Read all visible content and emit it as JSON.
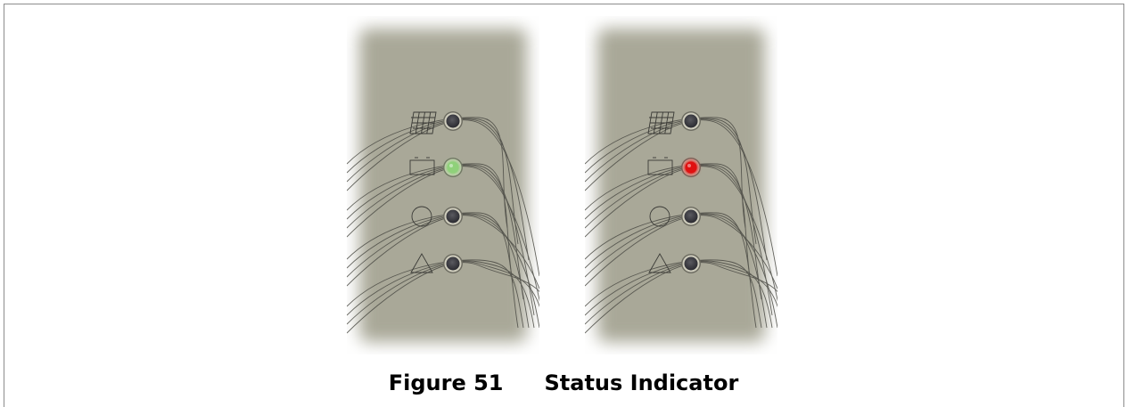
{
  "figure": {
    "number_label": "Figure 51",
    "title": "Status Indicator"
  },
  "panels": [
    {
      "id": "left",
      "leds": [
        {
          "symbol": "solar-panel-icon",
          "state": "off",
          "color": "#3a3a40"
        },
        {
          "symbol": "battery-icon",
          "state": "on",
          "color": "#8fd17a"
        },
        {
          "symbol": "circle-icon",
          "state": "off",
          "color": "#3a3a40"
        },
        {
          "symbol": "warning-triangle-icon",
          "state": "off",
          "color": "#3a3a40"
        }
      ]
    },
    {
      "id": "right",
      "leds": [
        {
          "symbol": "solar-panel-icon",
          "state": "off",
          "color": "#3a3a40"
        },
        {
          "symbol": "battery-icon",
          "state": "on",
          "color": "#e01010"
        },
        {
          "symbol": "circle-icon",
          "state": "off",
          "color": "#3a3a40"
        },
        {
          "symbol": "warning-triangle-icon",
          "state": "off",
          "color": "#3a3a40"
        }
      ]
    }
  ],
  "colors": {
    "panel_surface": "#a9a898",
    "line": "#4a4a44"
  }
}
